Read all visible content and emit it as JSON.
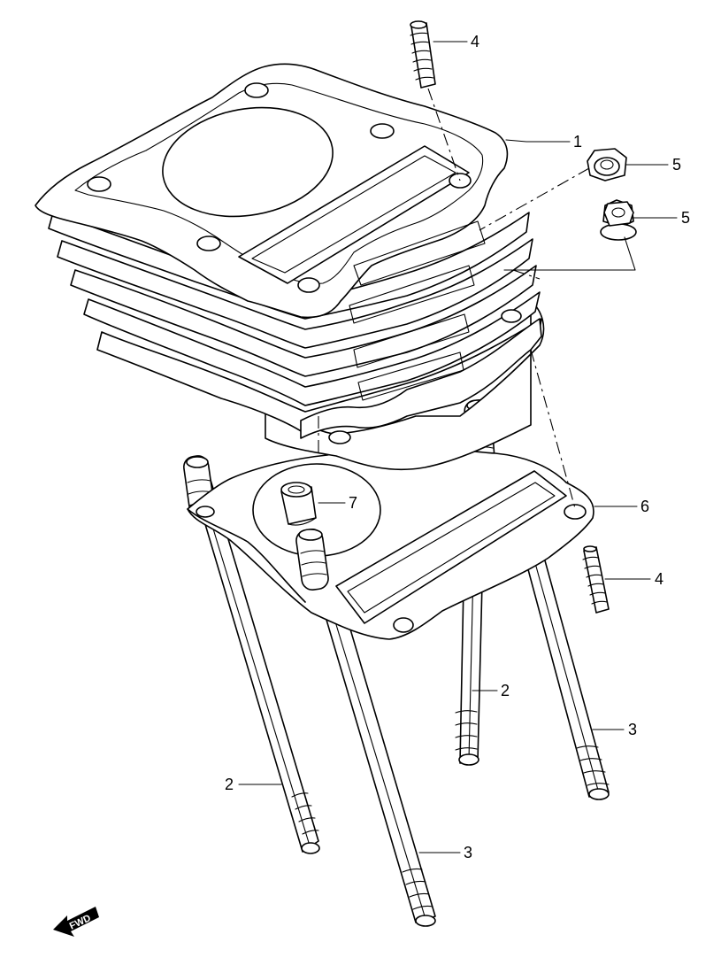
{
  "callouts": {
    "c1": "1",
    "c2a": "2",
    "c2b": "2",
    "c3a": "3",
    "c3b": "3",
    "c4a": "4",
    "c4b": "4",
    "c5a": "5",
    "c5b": "5",
    "c6": "6",
    "c7": "7"
  },
  "fwd_label": "FWD",
  "icons": {
    "fwd": "forward-arrow-icon"
  }
}
